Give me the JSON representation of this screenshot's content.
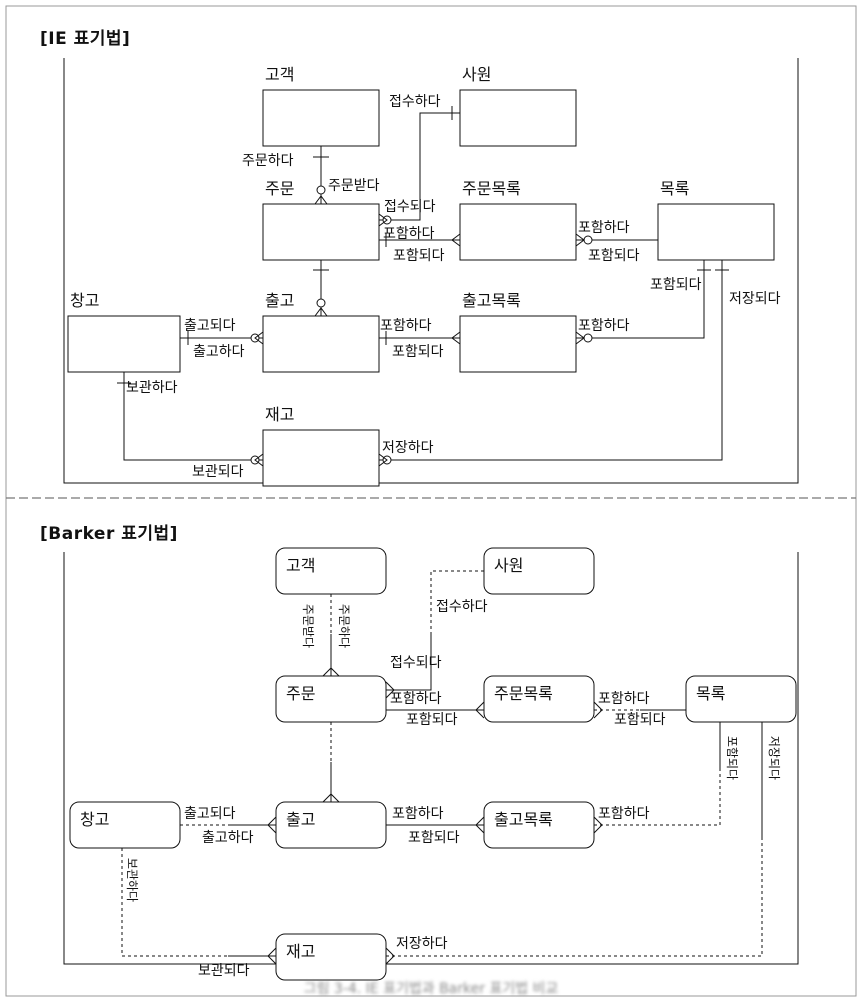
{
  "ie": {
    "title": "[IE 표기법]",
    "entities": {
      "customer": "고객",
      "employee": "사원",
      "order": "주문",
      "order_item": "주문목록",
      "catalog": "목록",
      "warehouse": "창고",
      "shipment": "출고",
      "shipment_item": "출고목록",
      "inventory": "재고"
    },
    "rel_labels": {
      "order_place": "주문하다",
      "order_receive": "주문받다",
      "receive": "접수하다",
      "received": "접수되다",
      "include": "포함하다",
      "included": "포함되다",
      "ship_out": "출고되다",
      "ship_do": "출고하다",
      "keep": "보관하다",
      "kept": "보관되다",
      "store": "저장하다",
      "stored": "저장되다"
    }
  },
  "barker": {
    "title": "[Barker 표기법]",
    "entities": {
      "customer": "고객",
      "employee": "사원",
      "order": "주문",
      "order_item": "주문목록",
      "catalog": "목록",
      "warehouse": "창고",
      "shipment": "출고",
      "shipment_item": "출고목록",
      "inventory": "재고"
    },
    "rel_labels": {
      "order_received": "주문받다",
      "order_place": "주문하다",
      "receive": "접수하다",
      "received": "접수되다",
      "include": "포함하다",
      "included": "포함되다",
      "ship_out": "출고되다",
      "ship_do": "출고하다",
      "keep": "보관하다",
      "kept": "보관되다",
      "store": "저장하다",
      "stored": "저장되다"
    }
  },
  "caption": "그림 3-4. IE 표기법과 Barker 표기법 비교"
}
